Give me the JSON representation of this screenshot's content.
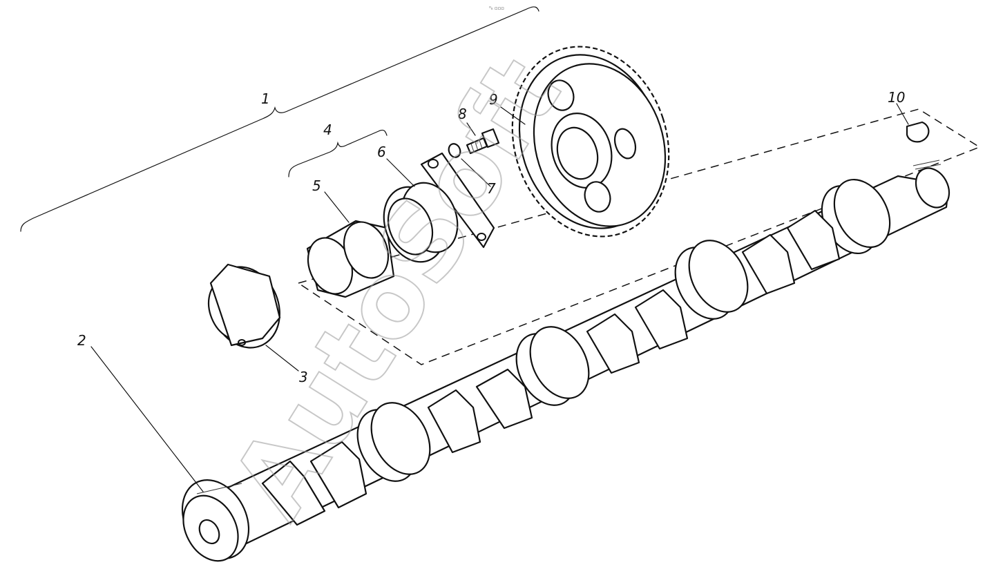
{
  "watermark": {
    "text": "AutoSoft",
    "color": "#9a9a9a"
  },
  "top_note": "⁰ₙ ▫▫▫",
  "callouts": {
    "c1": "1",
    "c2": "2",
    "c3": "3",
    "c4": "4",
    "c5": "5",
    "c6": "6",
    "c7": "7",
    "c8": "8",
    "c9": "9",
    "c10": "10"
  },
  "colors": {
    "ink": "#111111",
    "paper": "#ffffff"
  }
}
